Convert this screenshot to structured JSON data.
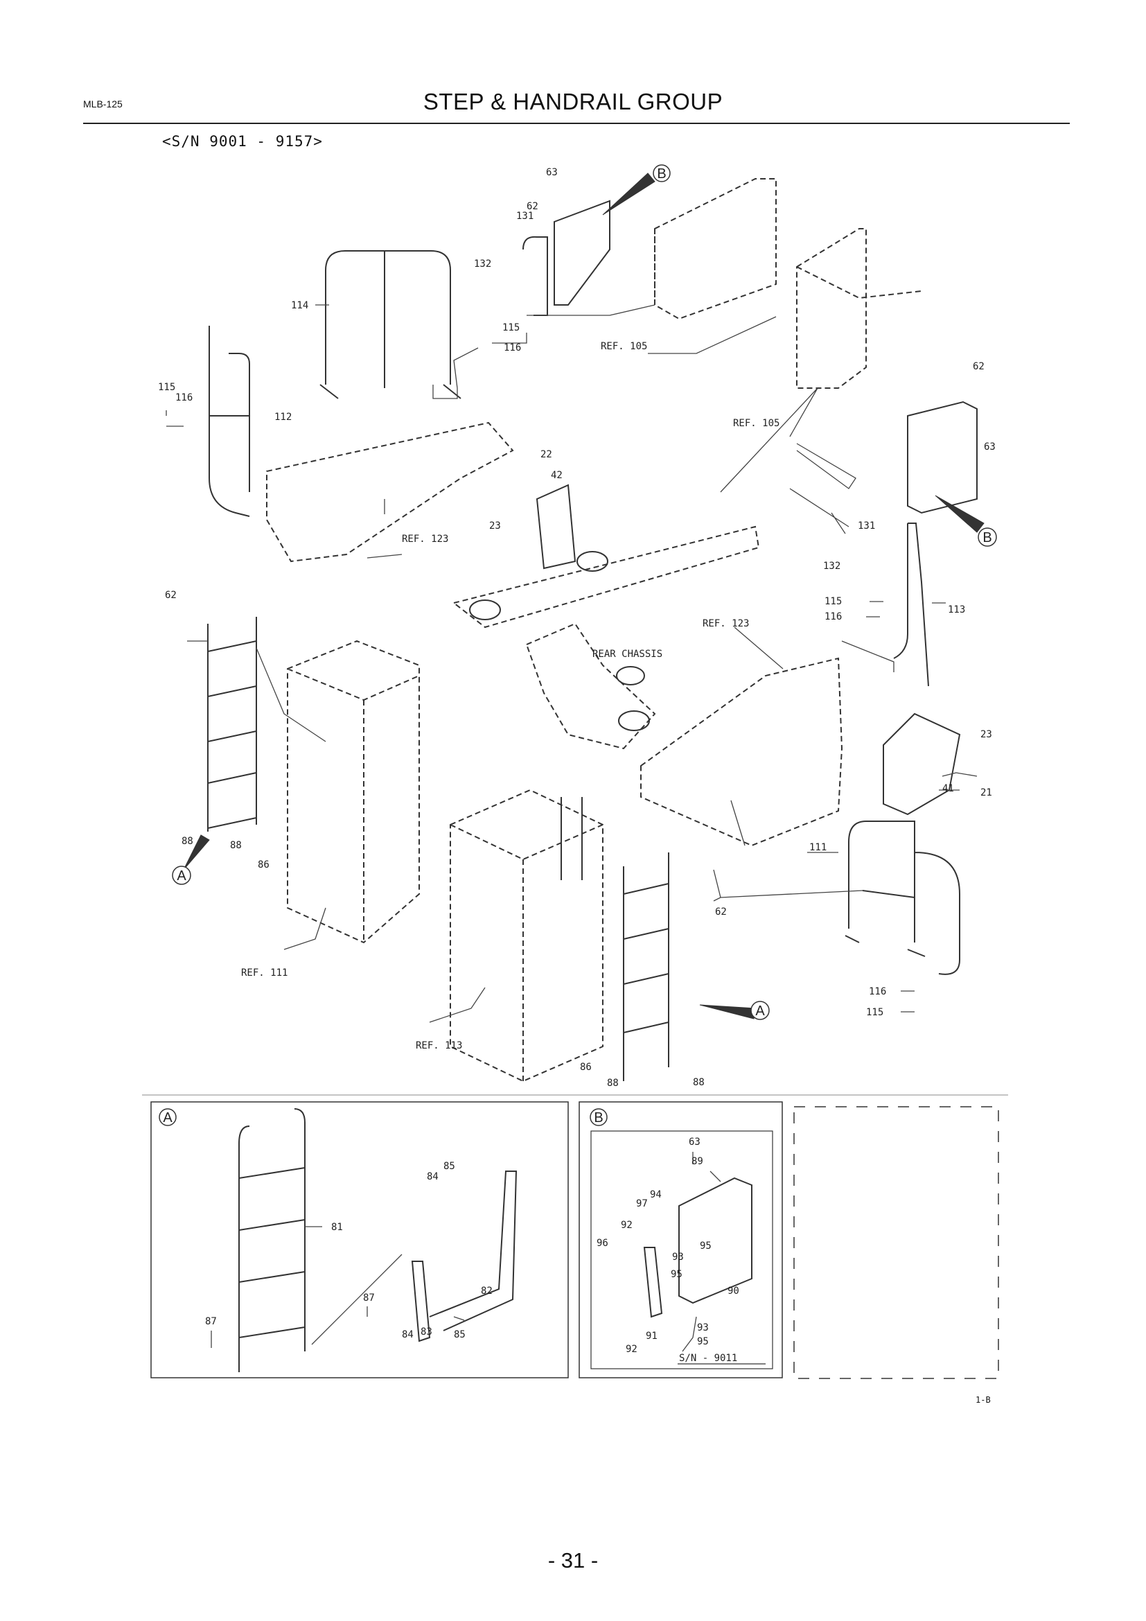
{
  "header": {
    "model": "MLB-125",
    "title": "STEP & HANDRAIL GROUP",
    "serial_range": "<S/N 9001 - 9157>"
  },
  "callouts": {
    "a": "A",
    "b": "B"
  },
  "refs": {
    "r105a": "REF. 105",
    "r105b": "REF. 105",
    "r123a": "REF. 123",
    "r123b": "REF. 123",
    "r111": "REF. 111",
    "r113": "REF. 113",
    "chassis": "REAR CHASSIS"
  },
  "parts_main": {
    "p63a": "63",
    "p62a": "62",
    "p131a": "131",
    "p132a": "132",
    "p115a": "115",
    "p116a": "116",
    "p114": "114",
    "p115b": "115",
    "p116b": "116",
    "p112": "112",
    "p22": "22",
    "p42": "42",
    "p23a": "23",
    "p62b": "62",
    "p63b": "63",
    "p131b": "131",
    "p132b": "132",
    "p115c": "115",
    "p116c": "116",
    "p113": "113",
    "p62c": "62",
    "p88a": "88",
    "p88b": "88",
    "p86a": "86",
    "p23b": "23",
    "p41": "41",
    "p21": "21",
    "p111": "111",
    "p62d": "62",
    "p116d": "116",
    "p115d": "115",
    "p86b": "86",
    "p88c": "88",
    "p88d": "88"
  },
  "detail_a": {
    "p85a": "85",
    "p84a": "84",
    "p81": "81",
    "p87a": "87",
    "p82": "82",
    "p87b": "87",
    "p84b": "84",
    "p83": "83",
    "p85b": "85"
  },
  "detail_b": {
    "p63": "63",
    "p89": "89",
    "p94": "94",
    "p97": "97",
    "p92a": "92",
    "p96": "96",
    "p93a": "93",
    "p95a": "95",
    "p95b": "95",
    "p90": "90",
    "p93b": "93",
    "p95c": "95",
    "p91": "91",
    "p92b": "92",
    "sn_note": "S/N - 9011"
  },
  "footer": {
    "page_number": "- 31 -",
    "code": "1-B"
  }
}
